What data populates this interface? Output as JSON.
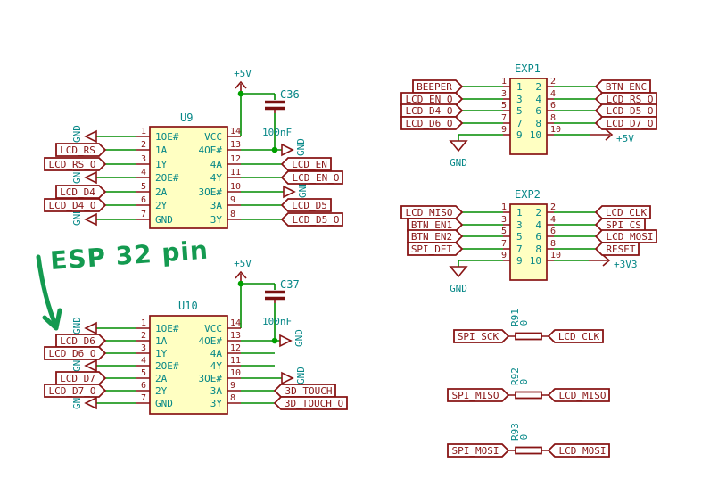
{
  "colors": {
    "wire_green": "#008C00",
    "symbol_dark_red": "#881414",
    "text_teal": "#068787",
    "component_fill_yellow": "#FFFFC2",
    "annotation_green": "#149A50",
    "background": "#FFFFFF"
  },
  "annotation": {
    "text": "ESP 32 pin"
  },
  "u9": {
    "ref": "U9",
    "supply": "+5V",
    "capacitor": {
      "ref": "C36",
      "value": "100nF"
    },
    "left": [
      {
        "num": "1",
        "name": "1OE#",
        "net": "GND"
      },
      {
        "num": "2",
        "name": "1A",
        "net": "LCD_RS"
      },
      {
        "num": "3",
        "name": "1Y",
        "net": "LCD_RS_O"
      },
      {
        "num": "4",
        "name": "2OE#",
        "net": "GND"
      },
      {
        "num": "5",
        "name": "2A",
        "net": "LCD_D4"
      },
      {
        "num": "6",
        "name": "2Y",
        "net": "LCD_D4_O"
      },
      {
        "num": "7",
        "name": "GND",
        "net": "GND"
      }
    ],
    "right": [
      {
        "num": "14",
        "name": "VCC",
        "net": "+5V"
      },
      {
        "num": "13",
        "name": "4OE#",
        "net": "GND"
      },
      {
        "num": "12",
        "name": "4A",
        "net": "LCD_EN"
      },
      {
        "num": "11",
        "name": "4Y",
        "net": "LCD_EN_O"
      },
      {
        "num": "10",
        "name": "3OE#",
        "net": "GND"
      },
      {
        "num": "9",
        "name": "3A",
        "net": "LCD_D5"
      },
      {
        "num": "8",
        "name": "3Y",
        "net": "LCD_D5_O"
      }
    ]
  },
  "u10": {
    "ref": "U10",
    "supply": "+5V",
    "capacitor": {
      "ref": "C37",
      "value": "100nF"
    },
    "left": [
      {
        "num": "1",
        "name": "1OE#",
        "net": "GND"
      },
      {
        "num": "2",
        "name": "1A",
        "net": "LCD_D6"
      },
      {
        "num": "3",
        "name": "1Y",
        "net": "LCD_D6_O"
      },
      {
        "num": "4",
        "name": "2OE#",
        "net": "GND"
      },
      {
        "num": "5",
        "name": "2A",
        "net": "LCD_D7"
      },
      {
        "num": "6",
        "name": "2Y",
        "net": "LCD_D7_O"
      },
      {
        "num": "7",
        "name": "GND",
        "net": "GND"
      }
    ],
    "right": [
      {
        "num": "14",
        "name": "VCC",
        "net": "+5V"
      },
      {
        "num": "13",
        "name": "4OE#",
        "net": "GND"
      },
      {
        "num": "12",
        "name": "4A",
        "net": ""
      },
      {
        "num": "11",
        "name": "4Y",
        "net": ""
      },
      {
        "num": "10",
        "name": "3OE#",
        "net": "GND"
      },
      {
        "num": "9",
        "name": "3A",
        "net": "3D_TOUCH"
      },
      {
        "num": "8",
        "name": "3Y",
        "net": "3D_TOUCH_O"
      }
    ]
  },
  "exp1": {
    "ref": "EXP1",
    "left_pins": [
      {
        "num": "1",
        "net": "BEEPER"
      },
      {
        "num": "3",
        "net": "LCD_EN_O"
      },
      {
        "num": "5",
        "net": "LCD_D4_O"
      },
      {
        "num": "7",
        "net": "LCD_D6_O"
      },
      {
        "num": "9",
        "net": "GND"
      }
    ],
    "right_pins": [
      {
        "num": "2",
        "net": "BTN_ENC"
      },
      {
        "num": "4",
        "net": "LCD_RS_O"
      },
      {
        "num": "6",
        "net": "LCD_D5_O"
      },
      {
        "num": "8",
        "net": "LCD_D7_O"
      },
      {
        "num": "10",
        "net": "+5V"
      }
    ]
  },
  "exp2": {
    "ref": "EXP2",
    "left_pins": [
      {
        "num": "1",
        "net": "LCD_MISO"
      },
      {
        "num": "3",
        "net": "BTN_EN1"
      },
      {
        "num": "5",
        "net": "BTN_EN2"
      },
      {
        "num": "7",
        "net": "SPI_DET"
      },
      {
        "num": "9",
        "net": "GND"
      }
    ],
    "right_pins": [
      {
        "num": "2",
        "net": "LCD_CLK"
      },
      {
        "num": "4",
        "net": "SPI_CS"
      },
      {
        "num": "6",
        "net": "LCD_MOSI"
      },
      {
        "num": "8",
        "net": "RESET"
      },
      {
        "num": "10",
        "net": "+3V3"
      }
    ]
  },
  "resistors": [
    {
      "ref": "R91",
      "value": "0",
      "left": "SPI_SCK",
      "right": "LCD_CLK"
    },
    {
      "ref": "R92",
      "value": "0",
      "left": "SPI_MISO",
      "right": "LCD_MISO"
    },
    {
      "ref": "R93",
      "value": "0",
      "left": "SPI_MOSI",
      "right": "LCD_MOSI"
    }
  ]
}
